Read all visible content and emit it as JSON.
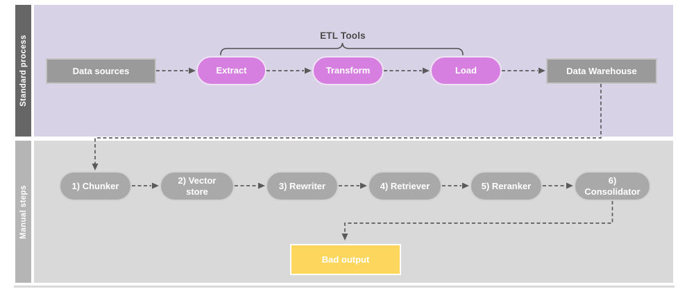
{
  "lanes": [
    {
      "label": "Standard process"
    },
    {
      "label": "Manual steps"
    }
  ],
  "group_label": "ETL Tools",
  "standard_nodes": [
    {
      "label": "Data sources"
    },
    {
      "label": "Extract"
    },
    {
      "label": "Transform"
    },
    {
      "label": "Load"
    },
    {
      "label": "Data Warehouse"
    }
  ],
  "manual_nodes": [
    {
      "label": "1) Chunker"
    },
    {
      "label": "2) Vector store"
    },
    {
      "label": "3) Rewriter"
    },
    {
      "label": "4) Retriever"
    },
    {
      "label": "5) Reranker"
    },
    {
      "label": "6) Consolidator"
    }
  ],
  "result_node": {
    "label": "Bad output"
  },
  "colors": {
    "standard_lane_bg": "#d8d2e6",
    "standard_label_bg": "#666666",
    "manual_lane_bg": "#d9d9d9",
    "manual_label_bg": "#b5b5b5",
    "etl_step_fill": "#d77fe0",
    "warehouse_fill": "#9a9a9a",
    "manual_step_fill": "#a9a9a9",
    "bad_output_fill": "#fcd65d",
    "connector": "#5a5a5a"
  }
}
